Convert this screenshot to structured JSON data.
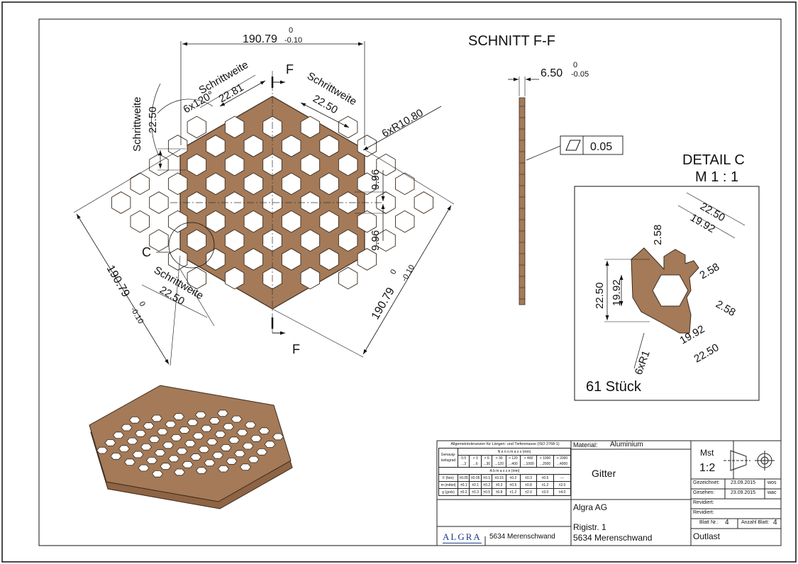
{
  "drawing": {
    "main_view": {
      "top_dim": "190.79",
      "top_tol_upper": "0",
      "top_tol_lower": "-0.10",
      "pitch_label": "Schrittweite",
      "dim_22_81": "22.81",
      "dim_22_50": "22.50",
      "angle": "6x120°",
      "radius": "6xR10.80",
      "dim_9_96": "9.96",
      "section_letter": "F",
      "detail_letter": "C",
      "right_dim": "190.79",
      "right_tol_upper": "0",
      "right_tol_lower": "-0.10",
      "left_dim": "190.79",
      "left_tol_upper": "0",
      "left_tol_lower": "-0.10"
    },
    "section": {
      "title": "SCHNITT F-F",
      "thickness": "6.50",
      "tol_upper": "0",
      "tol_lower": "-0.05",
      "flatness": "0.05"
    },
    "detail": {
      "title": "DETAIL C",
      "scale": "M 1 : 1",
      "d22_50": "22.50",
      "d19_92": "19.92",
      "d2_58": "2.58",
      "radius": "6xR1",
      "count": "61 Stück"
    }
  },
  "title_block": {
    "tolerance_header": "Allgemeintoleranzen für Längen- und Tiefenmasse (ISO 2768-1)",
    "nennmass": "N e n n m a s s (mm)",
    "genauigkeit": "Genauig-keitsgrad",
    "ranges": [
      "0.5 ...3",
      "> 3 ...6",
      "> 6 ...30",
      "> 30 ...120",
      "> 120 ...400",
      "> 400 ...1000",
      "> 1000 ...2000",
      "> 2000 ...4000"
    ],
    "abmasse": "A b m a s s e (mm)",
    "rows": [
      {
        "name": "F (fein)",
        "values": [
          "±0.05",
          "±0.05",
          "±0.1",
          "±0.15",
          "±0.2",
          "±0.3",
          "±0.5",
          "---"
        ]
      },
      {
        "name": "m (mittel)",
        "values": [
          "±0.1",
          "±0.1",
          "±0.2",
          "±0.3",
          "±0.5",
          "±0.8",
          "±1.2",
          "±2.0"
        ]
      },
      {
        "name": "g (grob)",
        "values": [
          "±0.2",
          "±0.3",
          "±0.5",
          "±0.8",
          "±1.2",
          "±2.0",
          "±3.0",
          "±4.0"
        ]
      }
    ],
    "material_label": "Material:",
    "material": "Aluminium",
    "part_name": "Gitter",
    "company": "Algra AG",
    "street": "Rigistr. 1",
    "city": "5634 Merenschwand",
    "logo": "ALGRA",
    "logo_city": "5634 Merenschwand",
    "mst_label": "Mst",
    "scale": "1:2",
    "gezeichnet_label": "Gezeichnet:",
    "gezeichnet_date": "23.09.2015",
    "gezeichnet_by": "wos",
    "gesehen_label": "Gesehen:",
    "gesehen_date": "23.09.2015",
    "gesehen_by": "wac",
    "revidiert1": "Revidiert:",
    "revidiert2": "Revidiert:",
    "blatt_label": "Blatt Nr.:",
    "blatt": "4",
    "anzahl_label": "Anzahl Blatt:",
    "anzahl": "4",
    "project": "Outlast"
  }
}
